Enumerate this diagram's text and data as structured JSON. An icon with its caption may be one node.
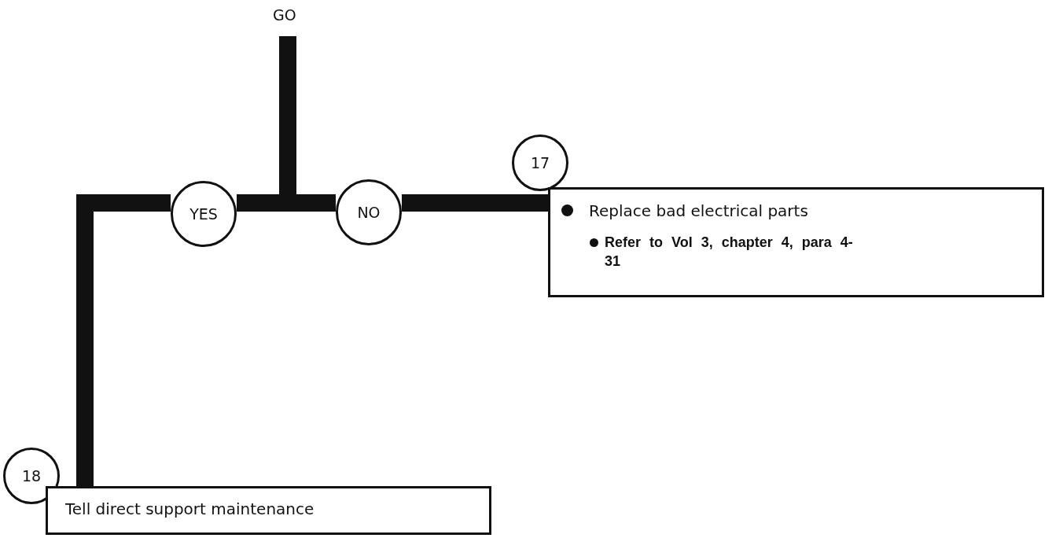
{
  "diagram": {
    "nodes": [
      {
        "text": [
          "GO"
        ]
      },
      {
        "text": [
          "YES"
        ]
      },
      {
        "text": [
          "NO"
        ]
      },
      {
        "text": [
          "17"
        ]
      },
      {
        "text": [
          "Replace bad electrical parts",
          "Refer to Vol 3, chapter 4, para 4-31"
        ]
      },
      {
        "text": [
          "18"
        ]
      },
      {
        "text": [
          "Tell direct support maintenance"
        ]
      }
    ],
    "edges": [
      {
        "from": 0,
        "to": 1,
        "arrow": "none"
      },
      {
        "from": 0,
        "to": 2,
        "arrow": "none"
      },
      {
        "from": 2,
        "to": 4,
        "arrow": "none"
      },
      {
        "from": 1,
        "to": 6,
        "arrow": "none"
      }
    ]
  }
}
